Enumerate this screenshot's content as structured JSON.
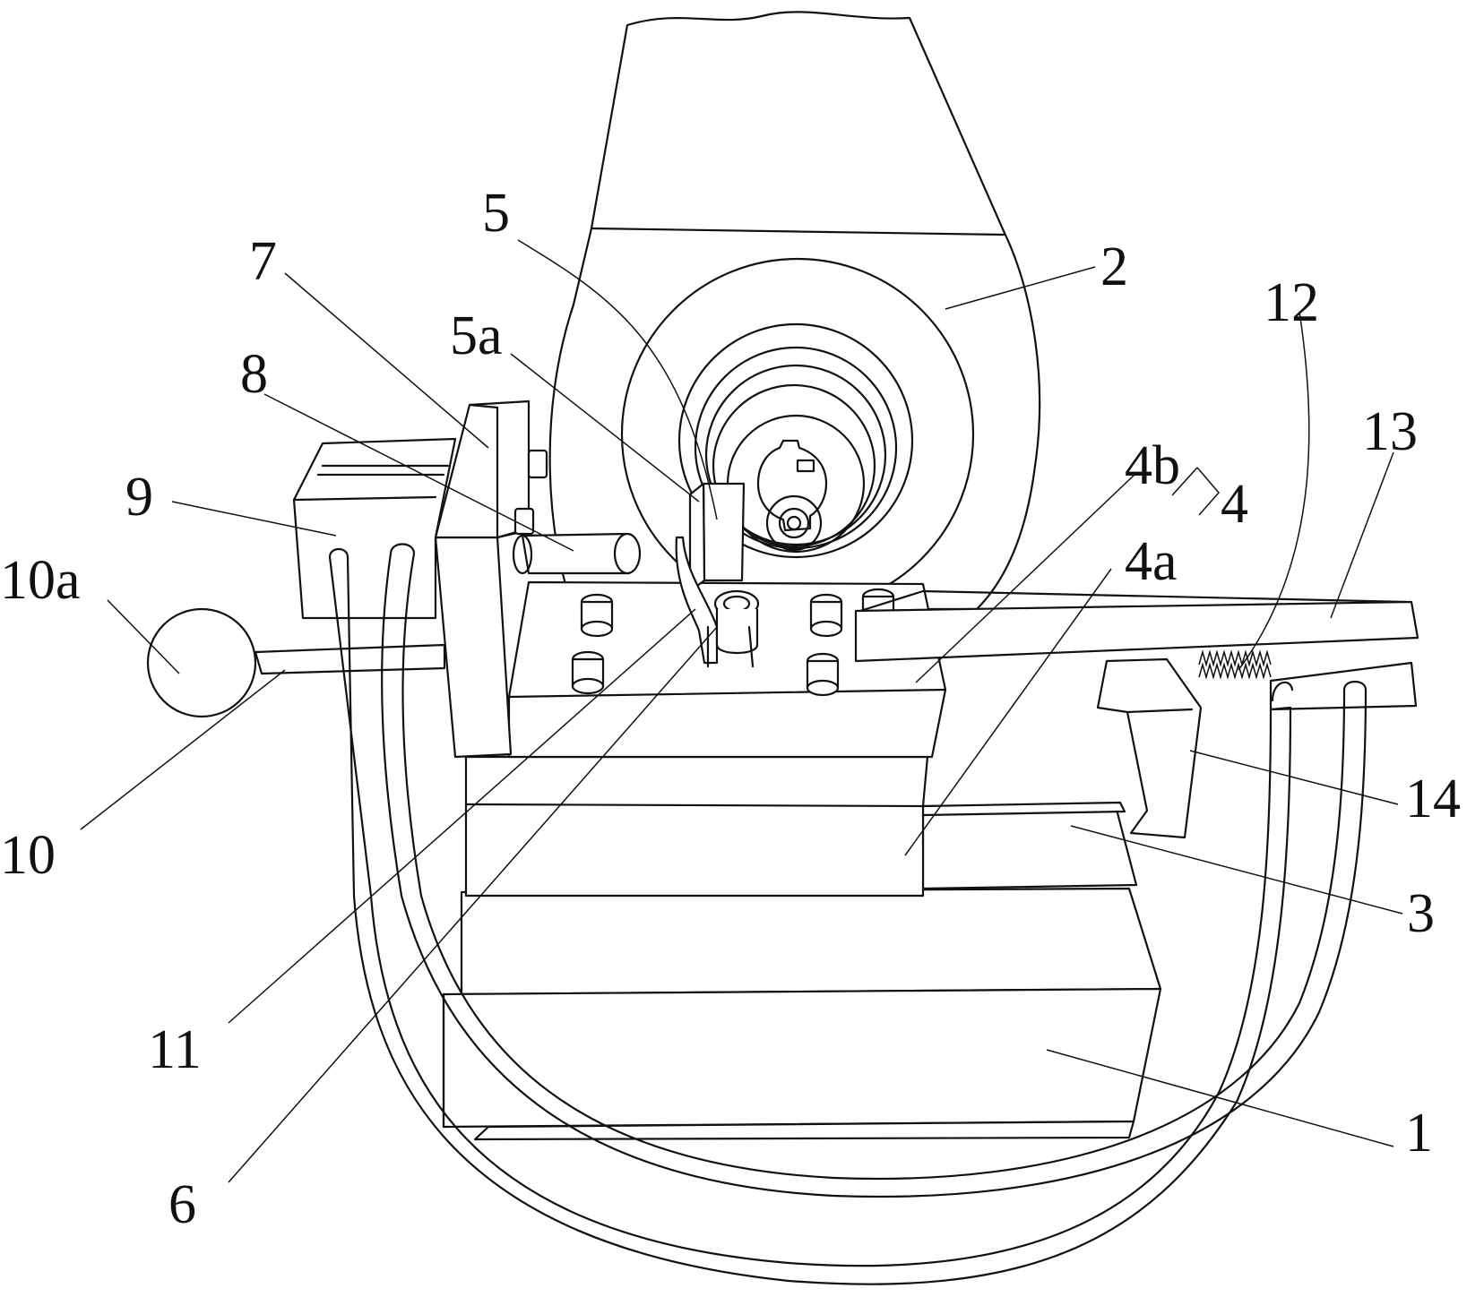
{
  "labels": {
    "l1": "1",
    "l2": "2",
    "l3": "3",
    "l4": "4",
    "l4a": "4a",
    "l4b": "4b",
    "l5": "5",
    "l5a": "5a",
    "l6": "6",
    "l7": "7",
    "l8": "8",
    "l9": "9",
    "l10": "10",
    "l10a": "10a",
    "l11": "11",
    "l12": "12",
    "l13": "13",
    "l14": "14"
  }
}
